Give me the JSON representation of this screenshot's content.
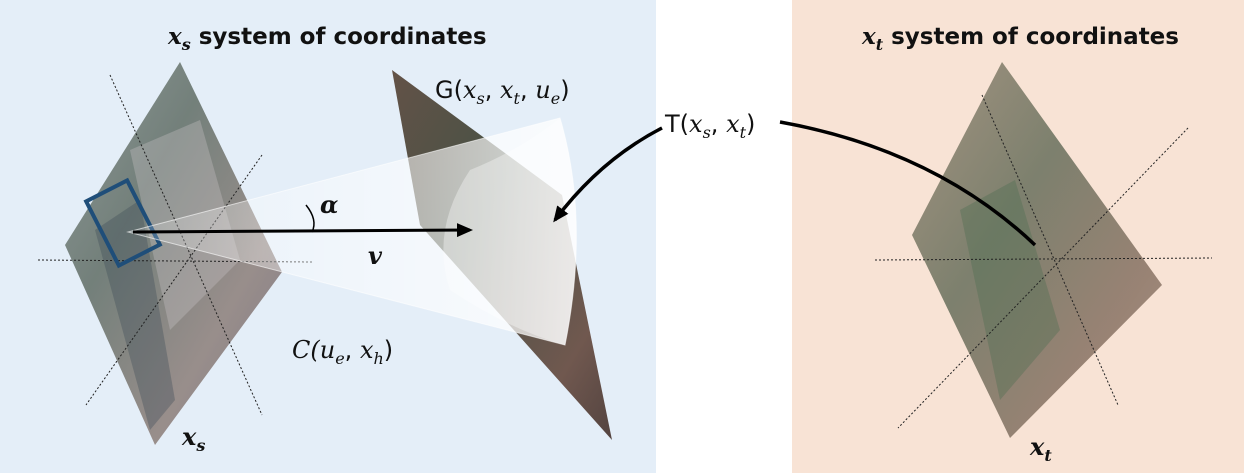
{
  "left_panel": {
    "title_var": "x",
    "title_sub": "s",
    "title_text": " system of coordinates",
    "frame_label_var": "x",
    "frame_label_sub": "s"
  },
  "right_panel": {
    "title_var": "x",
    "title_sub": "t",
    "title_text": " system of coordinates",
    "frame_label_var": "x",
    "frame_label_sub": "t"
  },
  "labels": {
    "gaze_fn": {
      "name": "G(",
      "a1": "x",
      "a1_sub": "s",
      "sep1": ", ",
      "a2": "x",
      "a2_sub": "t",
      "sep2": ", ",
      "a3": "u",
      "a3_sub": "e",
      "close": ")"
    },
    "transform_fn": {
      "name": "T(",
      "a1": "x",
      "a1_sub": "s",
      "sep1": ", ",
      "a2": "x",
      "a2_sub": "t",
      "close": ")"
    },
    "cone_fn": {
      "name": "C(",
      "a1": "u",
      "a1_sub": "e",
      "sep1": ", ",
      "a2": "x",
      "a2_sub": "h",
      "close": ")"
    },
    "angle": "α",
    "vector": "v"
  },
  "colors": {
    "left_bg": "#e4eef8",
    "right_bg": "#f8e3d5",
    "head_box": "#1f4e79",
    "arrow": "#000000"
  }
}
